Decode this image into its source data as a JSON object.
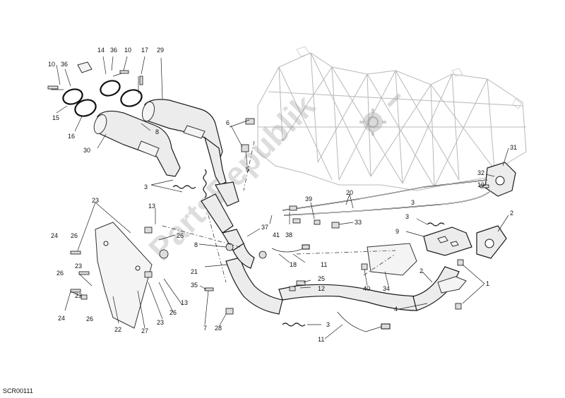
{
  "watermark": "PartsRepublik",
  "drawing_code": "SCR00111",
  "callouts": [
    "10",
    "36",
    "14",
    "36",
    "10",
    "17",
    "29",
    "15",
    "16",
    "30",
    "8",
    "6",
    "5",
    "3",
    "3",
    "23",
    "13",
    "24",
    "26",
    "26",
    "23",
    "26",
    "8",
    "21",
    "37",
    "41",
    "38",
    "39",
    "20",
    "31",
    "32",
    "19",
    "33",
    "3",
    "9",
    "2",
    "11",
    "18",
    "25",
    "12",
    "35",
    "7",
    "28",
    "3",
    "11",
    "4",
    "40",
    "34",
    "2",
    "1",
    "23",
    "24",
    "26",
    "22",
    "27",
    "23",
    "26",
    "13"
  ],
  "logo": "gear-logo"
}
